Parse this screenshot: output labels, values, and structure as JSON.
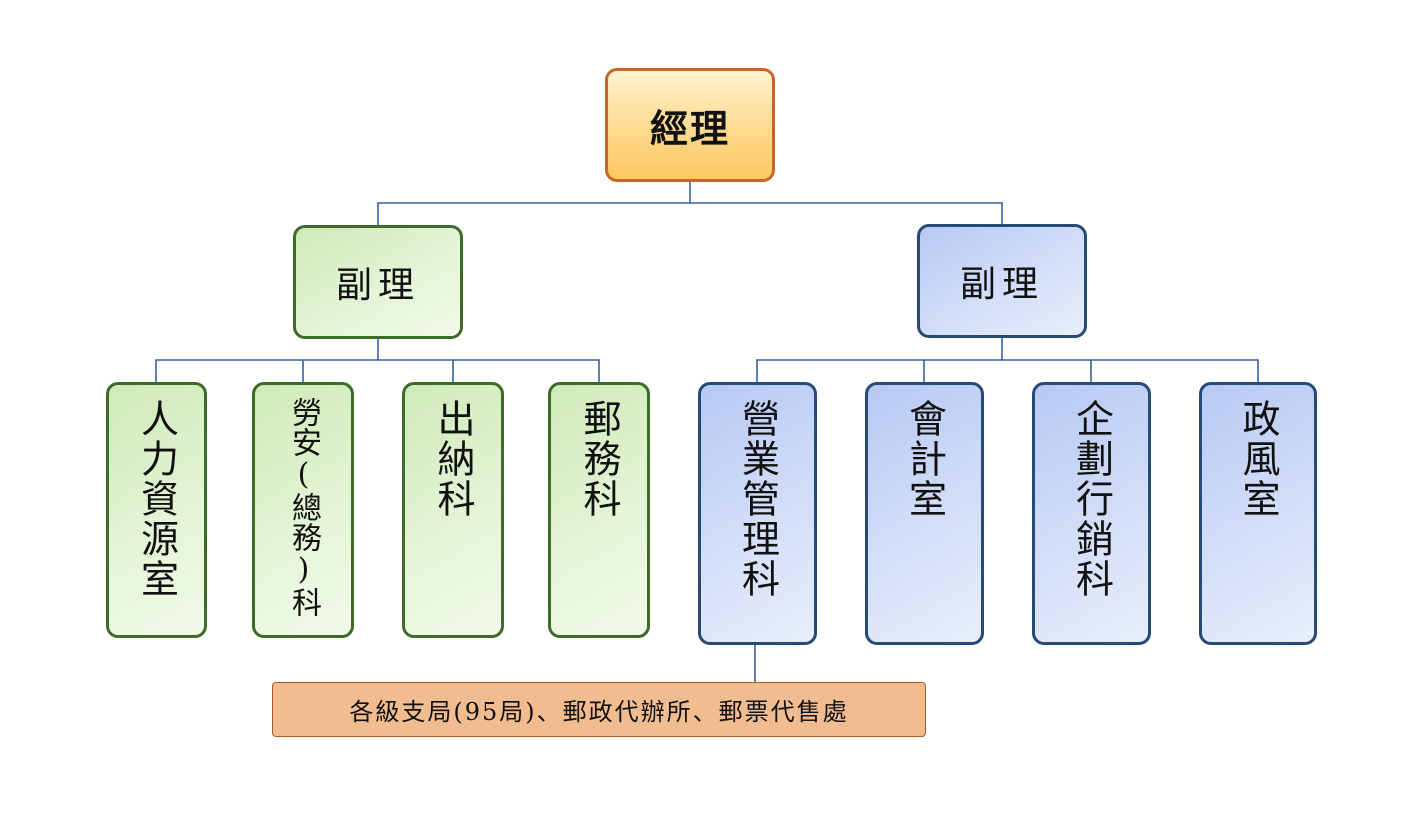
{
  "diagram": {
    "top": {
      "label": "經理"
    },
    "deputies": [
      {
        "label": "副理",
        "color": "green"
      },
      {
        "label": "副理",
        "color": "blue"
      }
    ],
    "units": [
      {
        "label": "人力資源室",
        "color": "green"
      },
      {
        "label": "勞安(總務)科",
        "color": "green"
      },
      {
        "label": "出納科",
        "color": "green"
      },
      {
        "label": "郵務科",
        "color": "green"
      },
      {
        "label": "營業管理科",
        "color": "blue"
      },
      {
        "label": "會計室",
        "color": "blue"
      },
      {
        "label": "企劃行銷科",
        "color": "blue"
      },
      {
        "label": "政風室",
        "color": "blue"
      }
    ],
    "branch": {
      "label": "各級支局(95局)、郵政代辦所、郵票代售處"
    }
  },
  "colors": {
    "connector": "#3a5f9e",
    "top_border": "#c8662a",
    "top_fill": "#fed98f",
    "green_border": "#3e6b2a",
    "green_fill": "#e4f4d6",
    "blue_border": "#264b74",
    "blue_fill": "#d3def8",
    "branch_border": "#a85c2a",
    "branch_fill": "#f2bc91"
  }
}
